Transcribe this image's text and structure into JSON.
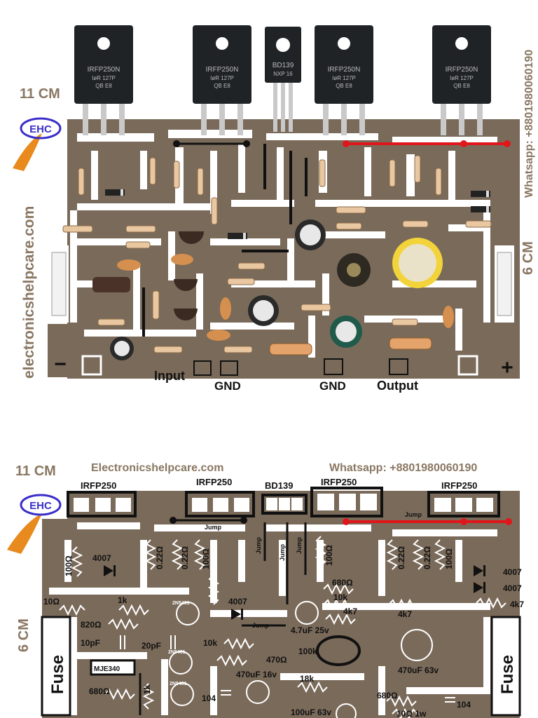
{
  "top_board": {
    "width_label": "11 CM",
    "height_label": "6 CM",
    "logo_text": "EHC",
    "website": "electronicshelpcare.com",
    "whatsapp": "Whatsapp: +8801980060190",
    "transistors": [
      {
        "part": "IRFP250N",
        "line2": "IøR 127P",
        "line3": "QB E8"
      },
      {
        "part": "IRFP250N",
        "line2": "IøR 127P",
        "line3": "QB E8"
      },
      {
        "part": "BD139",
        "line2": "NXP 16",
        "line3": ""
      },
      {
        "part": "IRFP250N",
        "line2": "IøR 127P",
        "line3": "QB E8"
      },
      {
        "part": "IRFP250N",
        "line2": "IøR 127P",
        "line3": "QB E8"
      }
    ],
    "terminals": {
      "minus": "−",
      "plus": "+",
      "input": "Input",
      "gnd1": "GND",
      "gnd2": "GND",
      "output": "Output"
    }
  },
  "bottom_board": {
    "width_label": "11 CM",
    "height_label": "6 CM",
    "website": "Electronicshelpcare.com",
    "whatsapp": "Whatsapp: +8801980060190",
    "transistor_labels": [
      "IRFP250",
      "IRFP250",
      "BD139",
      "IRFP250",
      "IRFP250"
    ],
    "jump_labels": [
      "Jump",
      "Jump",
      "Jump",
      "Jump",
      "Jump",
      "Jump"
    ],
    "fuse": "Fuse",
    "components": {
      "r100_a": "100Ω",
      "r022_a": "0.22Ω",
      "r022_b": "0.22Ω",
      "r100_b": "100Ω",
      "r100_c": "100Ω",
      "r022_c": "0.22Ω",
      "r022_d": "0.22Ω",
      "r100_d": "100Ω",
      "d4007_a": "4007",
      "d4007_b": "4007",
      "d4007_c": "4007",
      "d4007_d": "4007",
      "r10": "10Ω",
      "r1k_a": "1k",
      "q2n5401_a": "2N5401",
      "r820": "820Ω",
      "c10pf": "10pF",
      "c20pf": "20pF",
      "r10k_a": "10k",
      "mje340": "MJE340",
      "q2n5401_b": "2N5401",
      "q2n5401_c": "2N5401",
      "r680_a": "680Ω",
      "r1k_b": "1k",
      "c104_a": "104",
      "r470": "470Ω",
      "c470uf16": "470uF 16v",
      "r680_b": "680Ω",
      "r10k_b": "10k",
      "r4k7_a": "4k7",
      "c47uf": "4.7uF 25v",
      "r4k7_b": "4k7",
      "r4k7_c": "4k7",
      "pot100k": "100k",
      "c470uf63": "470uF 63v",
      "r18k": "18k",
      "r680_c": "680Ω",
      "c104_b": "104",
      "c100uf": "100uF 63v",
      "r10_1w": "10Ω 1w"
    }
  },
  "colors": {
    "trace": "#7a6a5a",
    "background": "#ffffff",
    "jumper_red": "#e0161b",
    "jumper_black": "#111111",
    "brand": "#8a7762",
    "logo_orange": "#e88a1d",
    "logo_blue": "#3a2fc9"
  }
}
